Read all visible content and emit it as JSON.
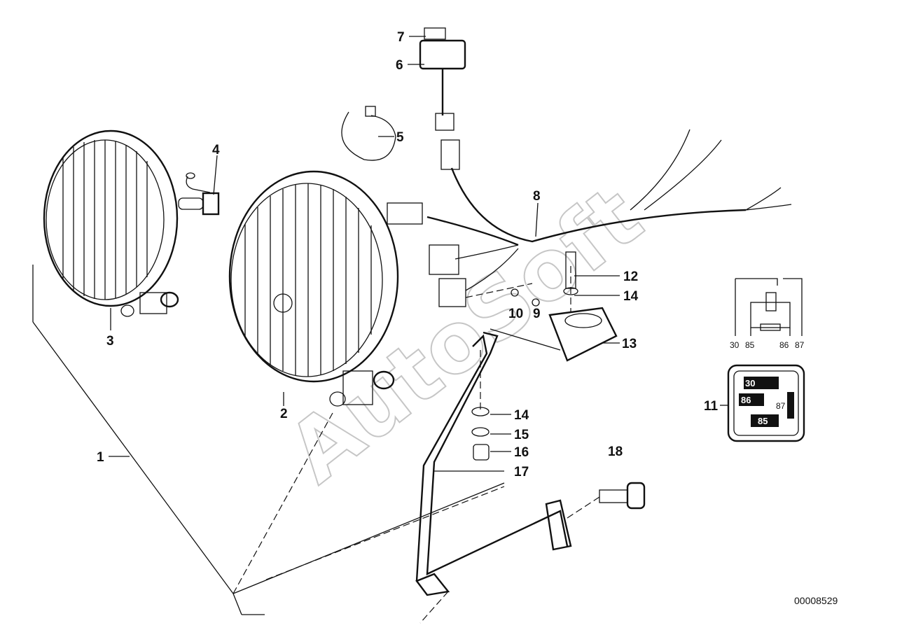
{
  "diagram": {
    "watermark": "AutoSoft",
    "reference_number": "00008529",
    "callouts": [
      "1",
      "2",
      "3",
      "4",
      "5",
      "6",
      "7",
      "8",
      "9",
      "10",
      "11",
      "12",
      "13",
      "14",
      "14",
      "15",
      "16",
      "17",
      "18"
    ],
    "relay_schematic_pins": [
      "30",
      "85",
      "86",
      "87"
    ],
    "relay_socket_pins": [
      "30",
      "86",
      "87",
      "85"
    ]
  }
}
